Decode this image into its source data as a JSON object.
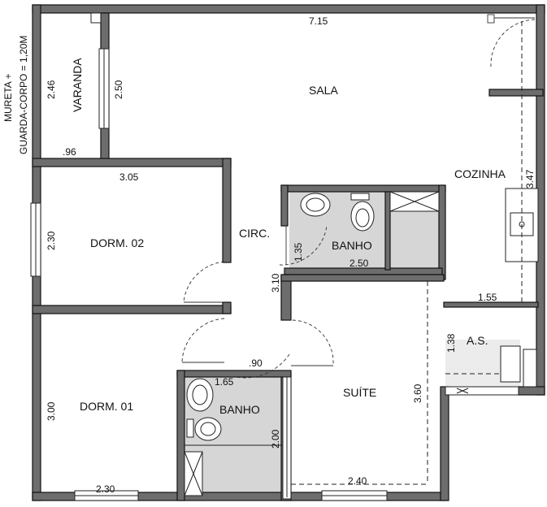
{
  "note": {
    "line1": "MURETA +",
    "line2": "GUARDA-CORPO = 1,20M"
  },
  "rooms": {
    "sala": "SALA",
    "varanda": "VARANDA",
    "cozinha": "COZINHA",
    "circ": "CIRC.",
    "dorm02": "DORM. 02",
    "dorm01": "DORM. 01",
    "banho_social": "BANHO",
    "banho_suite": "BANHO",
    "suite": "SUÍTE",
    "as": "A.S."
  },
  "dimensions": {
    "sala_width": "7.15",
    "varanda_width": "2.46",
    "varanda_height": "2.50",
    "varanda_bottom": ".96",
    "dorm02_width": "3.05",
    "dorm02_height": "2.30",
    "cozinha_height": "3.47",
    "banho_social_height": "1.35",
    "banho_social_width": "2.50",
    "circ_height": "3.10",
    "as_width": "1.55",
    "as_height": "1.38",
    "door_width": ".90",
    "banho_suite_width": "1.65",
    "banho_suite_height": "2.00",
    "suite_height": "3.60",
    "suite_width": "2.40",
    "dorm01_height": "3.00",
    "dorm01_width": "2.30"
  }
}
